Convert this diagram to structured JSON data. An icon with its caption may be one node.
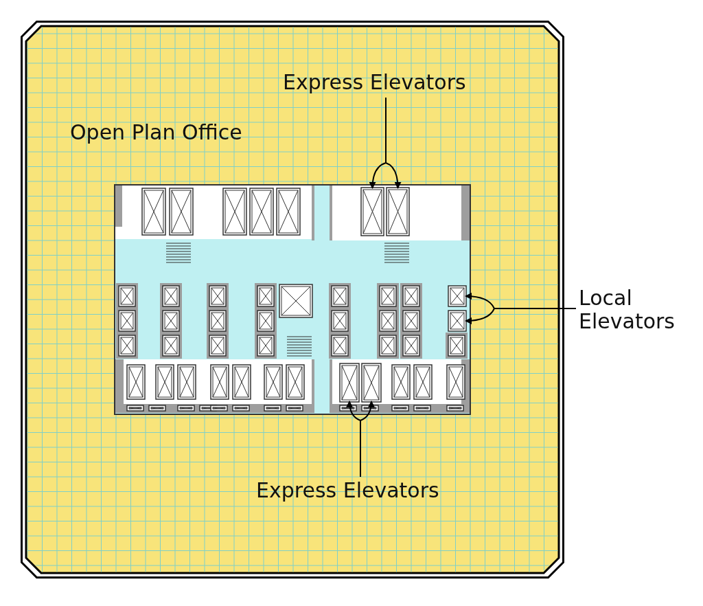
{
  "diagram": {
    "nodes": [
      {
        "text": [
          "Open Plan Office"
        ]
      },
      {
        "text": [
          "Express Elevators"
        ],
        "in": 0
      },
      {
        "text": [],
        "shape": "box",
        "in": 0
      },
      {
        "text": [],
        "shape": "box",
        "in": 0
      },
      {
        "text": [
          "Local Elevators"
        ]
      },
      {
        "text": [],
        "shape": "box",
        "in": 0
      },
      {
        "text": [],
        "shape": "box",
        "in": 0
      },
      {
        "text": [
          "Express Elevators"
        ],
        "in": 0
      },
      {
        "text": [],
        "shape": "box",
        "in": 0
      },
      {
        "text": [],
        "shape": "box",
        "in": 0
      }
    ],
    "edges": [
      {
        "from": 1,
        "to": 2,
        "arrow": "to"
      },
      {
        "from": 1,
        "to": 3,
        "arrow": "to"
      },
      {
        "from": 4,
        "to": 5,
        "arrow": "to"
      },
      {
        "from": 4,
        "to": 6,
        "arrow": "to"
      },
      {
        "from": 7,
        "to": 8,
        "arrow": "to"
      },
      {
        "from": 7,
        "to": 9,
        "arrow": "to"
      }
    ]
  }
}
